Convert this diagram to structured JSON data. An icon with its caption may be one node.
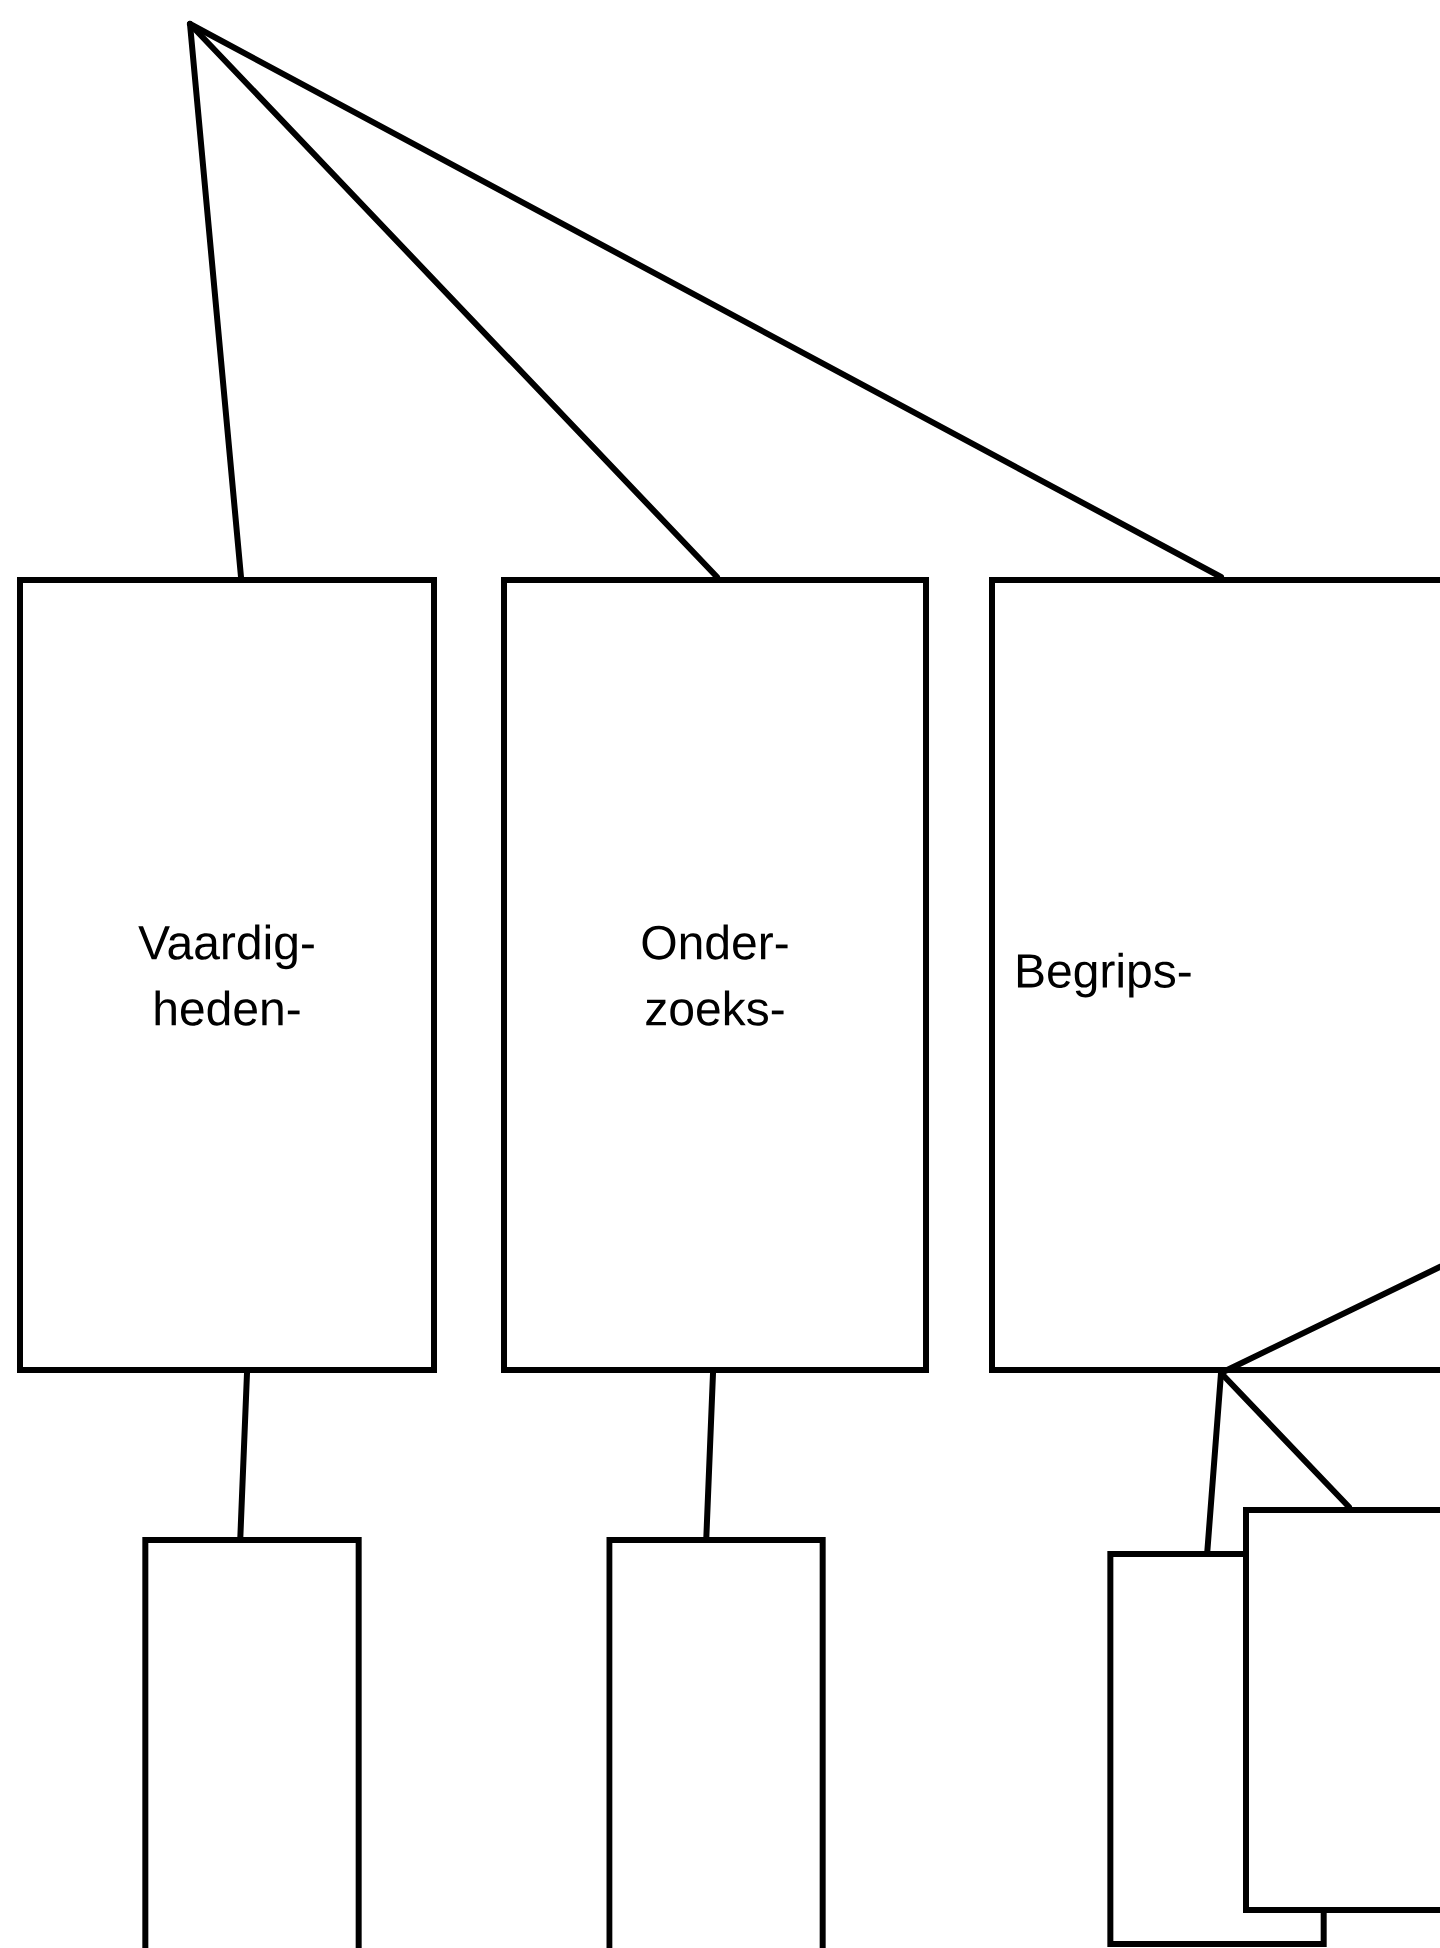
{
  "diagram": {
    "nodes": [
      {
        "text": [
          "Vaardig- heden-"
        ]
      },
      {
        "text": [
          "Onder- zoeks-"
        ]
      },
      {
        "text": [
          "Begrips-"
        ]
      },
      {
        "text": [],
        "shape": "box"
      },
      {
        "text": [],
        "shape": "box"
      },
      {
        "text": [],
        "shape": "box"
      },
      {
        "text": [],
        "shape": "box"
      }
    ],
    "edges": [
      {
        "from": null,
        "to": 0,
        "arrow": "none"
      },
      {
        "from": null,
        "to": 1,
        "arrow": "none"
      },
      {
        "from": null,
        "to": 2,
        "arrow": "none"
      },
      {
        "from": 0,
        "to": 3,
        "arrow": "none"
      },
      {
        "from": 1,
        "to": 4,
        "arrow": "none"
      },
      {
        "from": 2,
        "to": 5,
        "arrow": "none"
      },
      {
        "from": 2,
        "to": 6,
        "arrow": "none"
      },
      {
        "from": 2,
        "to": null,
        "arrow": "none"
      }
    ]
  }
}
